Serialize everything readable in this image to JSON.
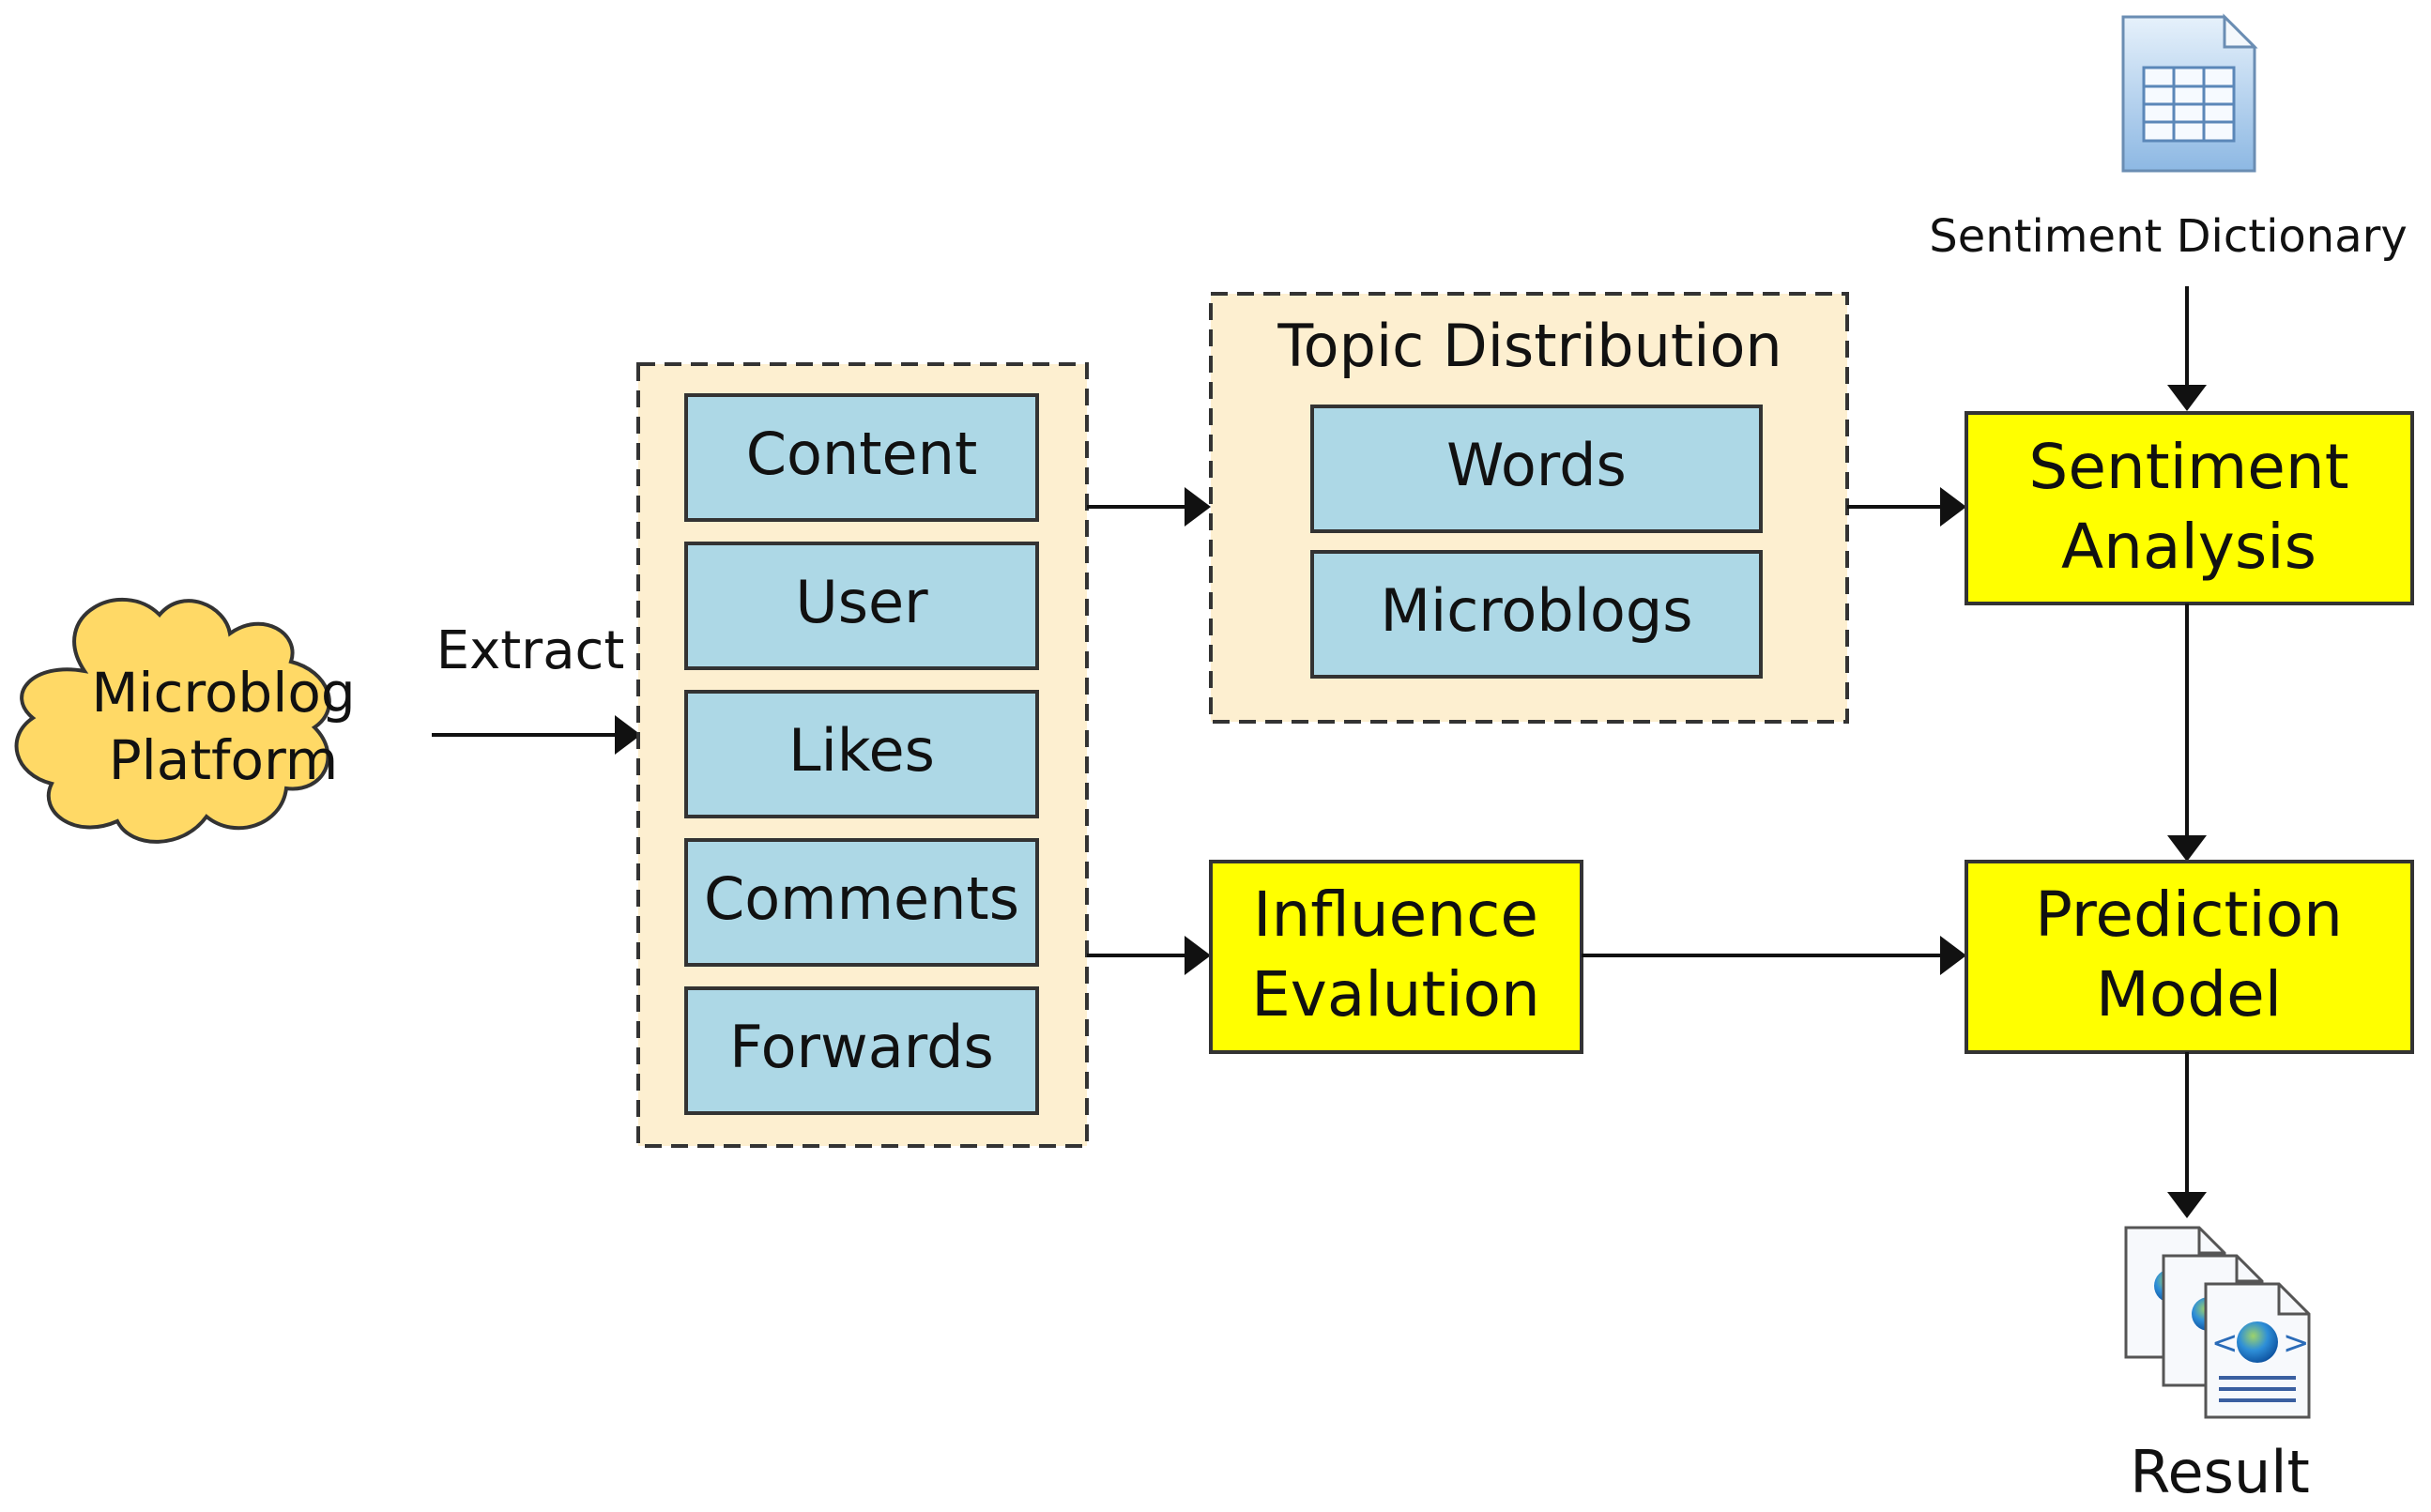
{
  "cloud": {
    "line1": "Microblog",
    "line2": "Platform"
  },
  "edges": {
    "extract_label": "Extract"
  },
  "features": [
    "Content",
    "User",
    "Likes",
    "Comments",
    "Forwards"
  ],
  "topic": {
    "title": "Topic Distribution",
    "items": [
      "Words",
      "Microblogs"
    ]
  },
  "sentiment_dictionary": {
    "label": "Sentiment Dictionary",
    "icon": "spreadsheet-document-icon"
  },
  "sentiment_analysis": {
    "line1": "Sentiment",
    "line2": "Analysis"
  },
  "influence": {
    "line1": "Influence",
    "line2": "Evalution"
  },
  "prediction": {
    "line1": "Prediction",
    "line2": "Model"
  },
  "result": {
    "label": "Result",
    "icon": "web-documents-icon"
  },
  "colors": {
    "cloud_fill": "#FFD966",
    "container_fill": "#FDEFD0",
    "item_fill": "#ADD8E6",
    "process_fill": "#FFFF00",
    "stroke": "#333333"
  }
}
